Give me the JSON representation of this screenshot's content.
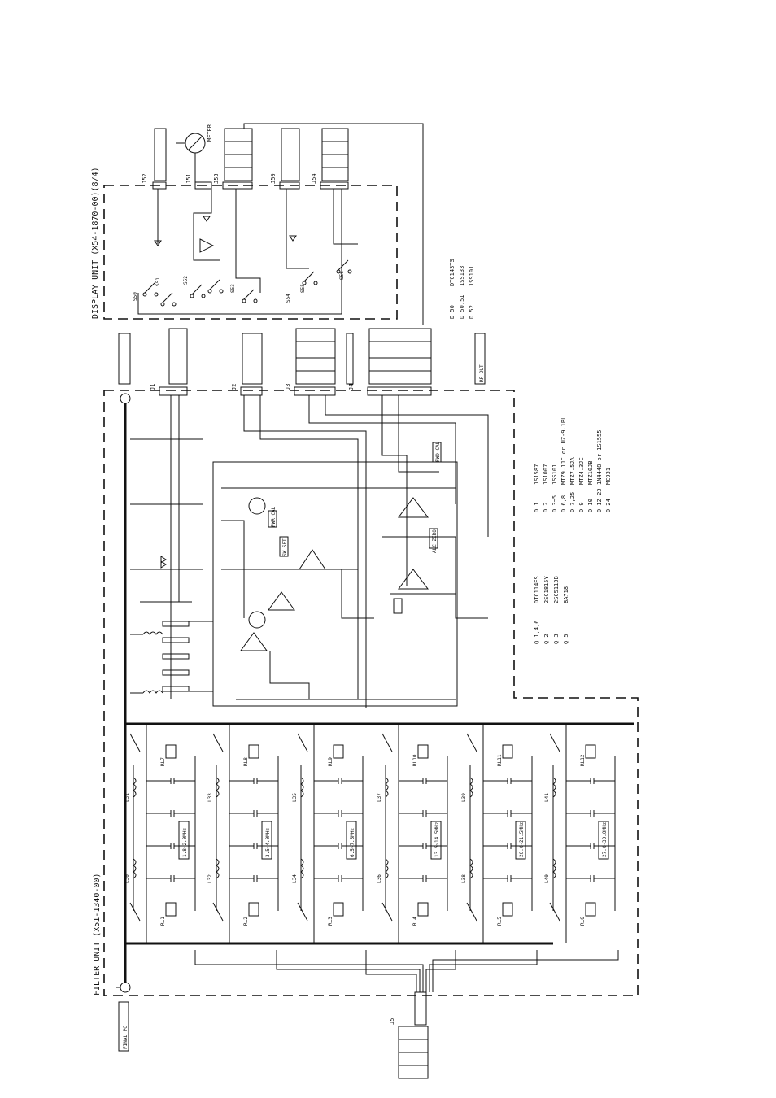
{
  "units": {
    "display_unit": "DISPLAY UNIT (X54-1870-00)(8/4)",
    "filter_unit": "FILTER UNIT (X51-1340-00)"
  },
  "display_switches": [
    "S50",
    "S51",
    "S52",
    "S53",
    "S54",
    "S55",
    "S56"
  ],
  "display_connectors": [
    "J50",
    "J51",
    "J52",
    "J53",
    "J54"
  ],
  "display_semis": [
    {
      "ref": "D 50",
      "part": "DTC143TS"
    },
    {
      "ref": "D 50,51",
      "part": "1SS133"
    },
    {
      "ref": "D 52",
      "part": "1SS101"
    }
  ],
  "filter_connectors": [
    "J1",
    "J2",
    "J3",
    "J4",
    "J5"
  ],
  "filter_semis": [
    {
      "ref": "Q 1,4,6",
      "part": "DTC114ES"
    },
    {
      "ref": "Q 2",
      "part": "2SC1815Y"
    },
    {
      "ref": "Q 3",
      "part": "2SC5113B"
    },
    {
      "ref": "Q 5",
      "part": "BA718"
    }
  ],
  "diode_table": [
    {
      "ref": "D 1",
      "part": "1S1587"
    },
    {
      "ref": "D 2",
      "part": "1S1007"
    },
    {
      "ref": "D 3~5",
      "part": "1SS101"
    },
    {
      "ref": "D 6,8",
      "part": "MTZ9.1JC or UZ-9.1BL"
    },
    {
      "ref": "D 7,25",
      "part": "MTZ7.5JA"
    },
    {
      "ref": "D 9",
      "part": "MTZ4.3JC"
    },
    {
      "ref": "D 10",
      "part": "MTZ10JB"
    },
    {
      "ref": "D 12~23",
      "part": "1N4448 or 1S1555"
    },
    {
      "ref": "D 24",
      "part": "MC931"
    }
  ],
  "band_labels": [
    "1.8~2.0MHz",
    "3.5~4.0MHz",
    "6.5~7.5MHz",
    "13.5~14.5MHz",
    "20.0~21.5MHz",
    "27.0~30.0MHz"
  ],
  "relays": [
    "RL1",
    "RL2",
    "RL3",
    "RL4",
    "RL5",
    "RL6",
    "RL7",
    "RL8",
    "RL9",
    "RL10",
    "RL11",
    "RL12"
  ],
  "inductors": [
    "L30",
    "L31",
    "L32",
    "L33",
    "L34",
    "L35",
    "L36",
    "L37",
    "L38",
    "L39",
    "L40",
    "L41"
  ],
  "misc_labels": {
    "meter": "METER",
    "final_pc": "FINAL PC",
    "rf_out": "RF OUT",
    "alc_zero": "ALC ZERO",
    "sw_set": "SW SET",
    "fwd_cal": "FWD CAL",
    "pwr_cal": "PWR CAL"
  }
}
